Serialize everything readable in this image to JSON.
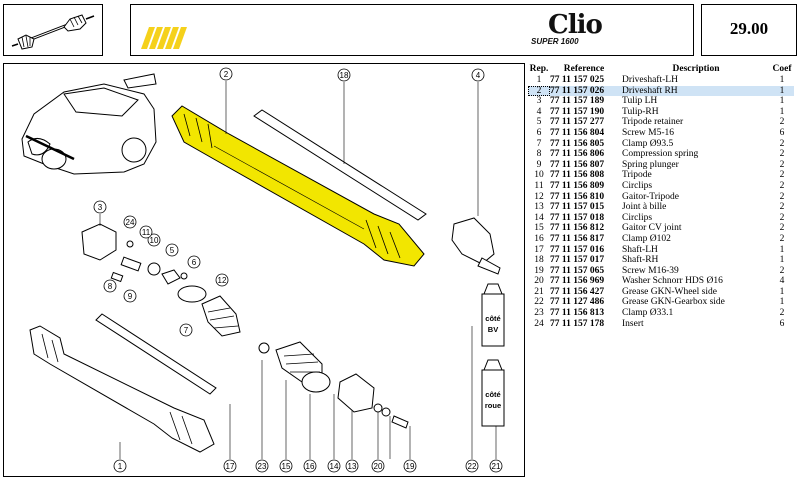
{
  "header": {
    "page_number": "29.00",
    "logo_text": "Clio",
    "logo_subtext": "SUPER 1600",
    "stripe_color": "#f5d11b"
  },
  "table": {
    "headers": {
      "rep": "Rep.",
      "reference": "Reference",
      "description": "Description",
      "coef": "Coef"
    },
    "selected_rep": "2",
    "rows": [
      {
        "rep": "1",
        "reference": "77 11 157 025",
        "description": "Driveshaft-LH",
        "coef": "1"
      },
      {
        "rep": "2",
        "reference": "77 11 157 026",
        "description": "Driveshaft RH",
        "coef": "1"
      },
      {
        "rep": "3",
        "reference": "77 11 157 189",
        "description": "Tulip LH",
        "coef": "1"
      },
      {
        "rep": "4",
        "reference": "77 11 157 190",
        "description": "Tulip-RH",
        "coef": "1"
      },
      {
        "rep": "5",
        "reference": "77 11 157 277",
        "description": "Tripode retainer",
        "coef": "2"
      },
      {
        "rep": "6",
        "reference": "77 11 156 804",
        "description": "Screw M5-16",
        "coef": "6"
      },
      {
        "rep": "7",
        "reference": "77 11 156 805",
        "description": "Clamp Ø93.5",
        "coef": "2"
      },
      {
        "rep": "8",
        "reference": "77 11 156 806",
        "description": "Compression spring",
        "coef": "2"
      },
      {
        "rep": "9",
        "reference": "77 11 156 807",
        "description": "Spring plunger",
        "coef": "2"
      },
      {
        "rep": "10",
        "reference": "77 11 156 808",
        "description": "Tripode",
        "coef": "2"
      },
      {
        "rep": "11",
        "reference": "77 11 156 809",
        "description": "Circlips",
        "coef": "2"
      },
      {
        "rep": "12",
        "reference": "77 11 156 810",
        "description": "Gaitor-Tripode",
        "coef": "2"
      },
      {
        "rep": "13",
        "reference": "77 11 157 015",
        "description": "Joint à bille",
        "coef": "2"
      },
      {
        "rep": "14",
        "reference": "77 11 157 018",
        "description": "Circlips",
        "coef": "2"
      },
      {
        "rep": "15",
        "reference": "77 11 156 812",
        "description": "Gaitor CV joint",
        "coef": "2"
      },
      {
        "rep": "16",
        "reference": "77 11 156 817",
        "description": "Clamp Ø102",
        "coef": "2"
      },
      {
        "rep": "17",
        "reference": "77 11 157 016",
        "description": "Shaft-LH",
        "coef": "1"
      },
      {
        "rep": "18",
        "reference": "77 11 157 017",
        "description": "Shaft-RH",
        "coef": "1"
      },
      {
        "rep": "19",
        "reference": "77 11 157 065",
        "description": "Screw M16-39",
        "coef": "2"
      },
      {
        "rep": "20",
        "reference": "77 11 156 969",
        "description": "Washer Schnorr HDS Ø16",
        "coef": "4"
      },
      {
        "rep": "21",
        "reference": "77 11 156 427",
        "description": "Grease GKN-Wheel side",
        "coef": "1"
      },
      {
        "rep": "22",
        "reference": "77 11 127 486",
        "description": "Grease GKN-Gearbox side",
        "coef": "1"
      },
      {
        "rep": "23",
        "reference": "77 11 156 813",
        "description": "Clamp Ø33.1",
        "coef": "2"
      },
      {
        "rep": "24",
        "reference": "77 11 157 178",
        "description": "Insert",
        "coef": "6"
      }
    ]
  },
  "diagram": {
    "highlight_color": "#f2e600",
    "callouts": [
      "1",
      "2",
      "3",
      "4",
      "5",
      "6",
      "7",
      "8",
      "9",
      "10",
      "11",
      "12",
      "13",
      "14",
      "15",
      "16",
      "17",
      "18",
      "19",
      "20",
      "21",
      "22",
      "23",
      "24"
    ],
    "tube_labels": {
      "bv_line1": "côté",
      "bv_line2": "BV",
      "roue_line1": "côté",
      "roue_line2": "roue"
    }
  }
}
